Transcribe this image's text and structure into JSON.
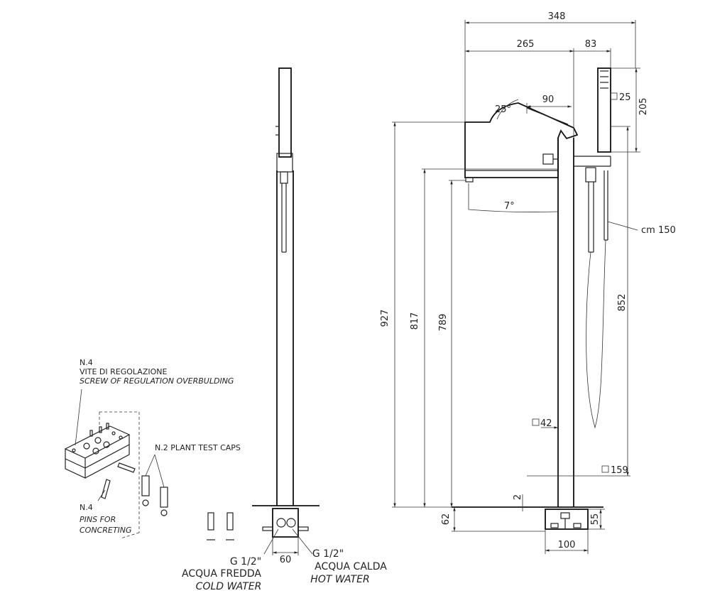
{
  "dimensions": {
    "d348": "348",
    "d265": "265",
    "d83": "83",
    "d90": "90",
    "a25": "25°",
    "a7": "7°",
    "sq25": "25",
    "d205": "205",
    "cm150": "cm 150",
    "d927": "927",
    "d817": "817",
    "d789": "789",
    "d852": "852",
    "sq42": "42",
    "sq159": "159",
    "d2": "2",
    "d62": "62",
    "d55": "55",
    "d60": "60",
    "d100": "100"
  },
  "notes": {
    "screw_title": "N.4",
    "screw_it": "VITE DI REGOLAZIONE",
    "screw_en": "SCREW OF REGULATION OVERBULDING",
    "caps": "N.2  PLANT TEST CAPS",
    "pins_title": "N.4",
    "pins_l1": "PINS FOR",
    "pins_l2": "CONCRETING"
  },
  "connections": {
    "cold_size": "G 1/2\"",
    "cold_it": "ACQUA FREDDA",
    "cold_en": "COLD WATER",
    "hot_size": "G 1/2\"",
    "hot_it": "ACQUA CALDA",
    "hot_en": "HOT WATER"
  }
}
